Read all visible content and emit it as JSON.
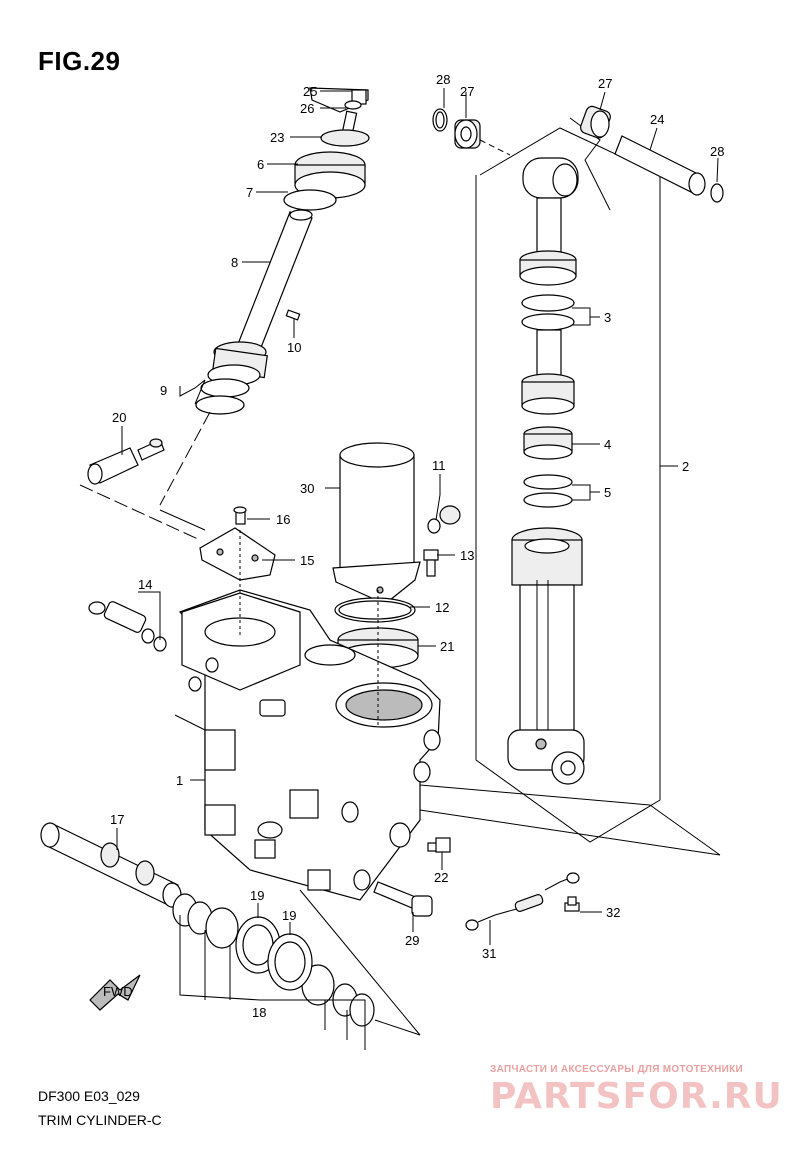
{
  "figure": {
    "title": "FIG.29",
    "code": "DF300 E03_029",
    "name": "TRIM CYLINDER-C"
  },
  "watermark": {
    "subtitle": "ЗАПЧАСТИ И АКСЕССУАРЫ ДЛЯ МОТОТЕХНИКИ",
    "brand": "PARTSFOR.RU"
  },
  "callouts": [
    {
      "id": "c25",
      "label": "25"
    },
    {
      "id": "c26",
      "label": "26"
    },
    {
      "id": "c23",
      "label": "23"
    },
    {
      "id": "c6",
      "label": "6"
    },
    {
      "id": "c7",
      "label": "7"
    },
    {
      "id": "c8",
      "label": "8"
    },
    {
      "id": "c10",
      "label": "10"
    },
    {
      "id": "c9",
      "label": "9"
    },
    {
      "id": "c20",
      "label": "20"
    },
    {
      "id": "c16",
      "label": "16"
    },
    {
      "id": "c15",
      "label": "15"
    },
    {
      "id": "c14",
      "label": "14"
    },
    {
      "id": "c30",
      "label": "30"
    },
    {
      "id": "c11",
      "label": "11"
    },
    {
      "id": "c13",
      "label": "13"
    },
    {
      "id": "c12",
      "label": "12"
    },
    {
      "id": "c21",
      "label": "21"
    },
    {
      "id": "c1",
      "label": "1"
    },
    {
      "id": "c17",
      "label": "17"
    },
    {
      "id": "c19a",
      "label": "19"
    },
    {
      "id": "c19b",
      "label": "19"
    },
    {
      "id": "c18",
      "label": "18"
    },
    {
      "id": "c22",
      "label": "22"
    },
    {
      "id": "c29",
      "label": "29"
    },
    {
      "id": "c31",
      "label": "31"
    },
    {
      "id": "c32",
      "label": "32"
    },
    {
      "id": "c28a",
      "label": "28"
    },
    {
      "id": "c27a",
      "label": "27"
    },
    {
      "id": "c27b",
      "label": "27"
    },
    {
      "id": "c24",
      "label": "24"
    },
    {
      "id": "c28b",
      "label": "28"
    },
    {
      "id": "c3",
      "label": "3"
    },
    {
      "id": "c4",
      "label": "4"
    },
    {
      "id": "c5",
      "label": "5"
    },
    {
      "id": "c2",
      "label": "2"
    }
  ],
  "fwd_marker": "FWD"
}
